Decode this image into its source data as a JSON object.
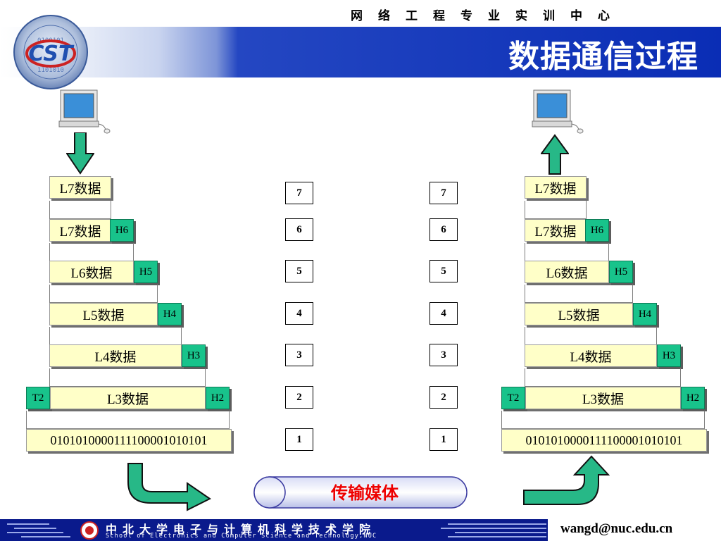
{
  "header": {
    "center_chars": [
      "网",
      "络",
      "工",
      "程",
      "专",
      "业",
      "实",
      "训",
      "中",
      "心"
    ],
    "title": "数据通信过程"
  },
  "left_stack": {
    "rows": [
      {
        "label": "L7数据",
        "header": ""
      },
      {
        "label": "L7数据",
        "header": "H6"
      },
      {
        "label": "L6数据",
        "header": "H5"
      },
      {
        "label": "L5数据",
        "header": "H4"
      },
      {
        "label": "L4数据",
        "header": "H3"
      },
      {
        "label": "L3数据",
        "header": "H2",
        "trailer": "T2"
      }
    ],
    "bits": "0101010000111100001010101"
  },
  "right_stack": {
    "rows": [
      {
        "label": "L7数据",
        "header": ""
      },
      {
        "label": "L7数据",
        "header": "H6"
      },
      {
        "label": "L6数据",
        "header": "H5"
      },
      {
        "label": "L5数据",
        "header": "H4"
      },
      {
        "label": "L4数据",
        "header": "H3"
      },
      {
        "label": "L3数据",
        "header": "H2",
        "trailer": "T2"
      }
    ],
    "bits": "0101010000111100001010101"
  },
  "layers_left": [
    "7",
    "6",
    "5",
    "4",
    "3",
    "2",
    "1"
  ],
  "layers_right": [
    "7",
    "6",
    "5",
    "4",
    "3",
    "2",
    "1"
  ],
  "medium": {
    "label": "传输媒体"
  },
  "footer": {
    "school_cn": "中北大学电子与计算机科学技术学院",
    "school_en": "School of Electronics and Computer Science and Technology,NUC",
    "email": "wangd@nuc.edu.cn"
  },
  "icons": [
    "computer-icon",
    "arrow-down-icon",
    "arrow-up-icon",
    "curved-arrow-icon",
    "logo-icon"
  ],
  "colors": {
    "band_blue": "#0a2db5",
    "box_fill": "#ffffc8",
    "header_green": "#18c38b",
    "arrow_green": "#27b887",
    "medium_red": "#ee0000",
    "footer_blue": "#0a1a8c"
  }
}
